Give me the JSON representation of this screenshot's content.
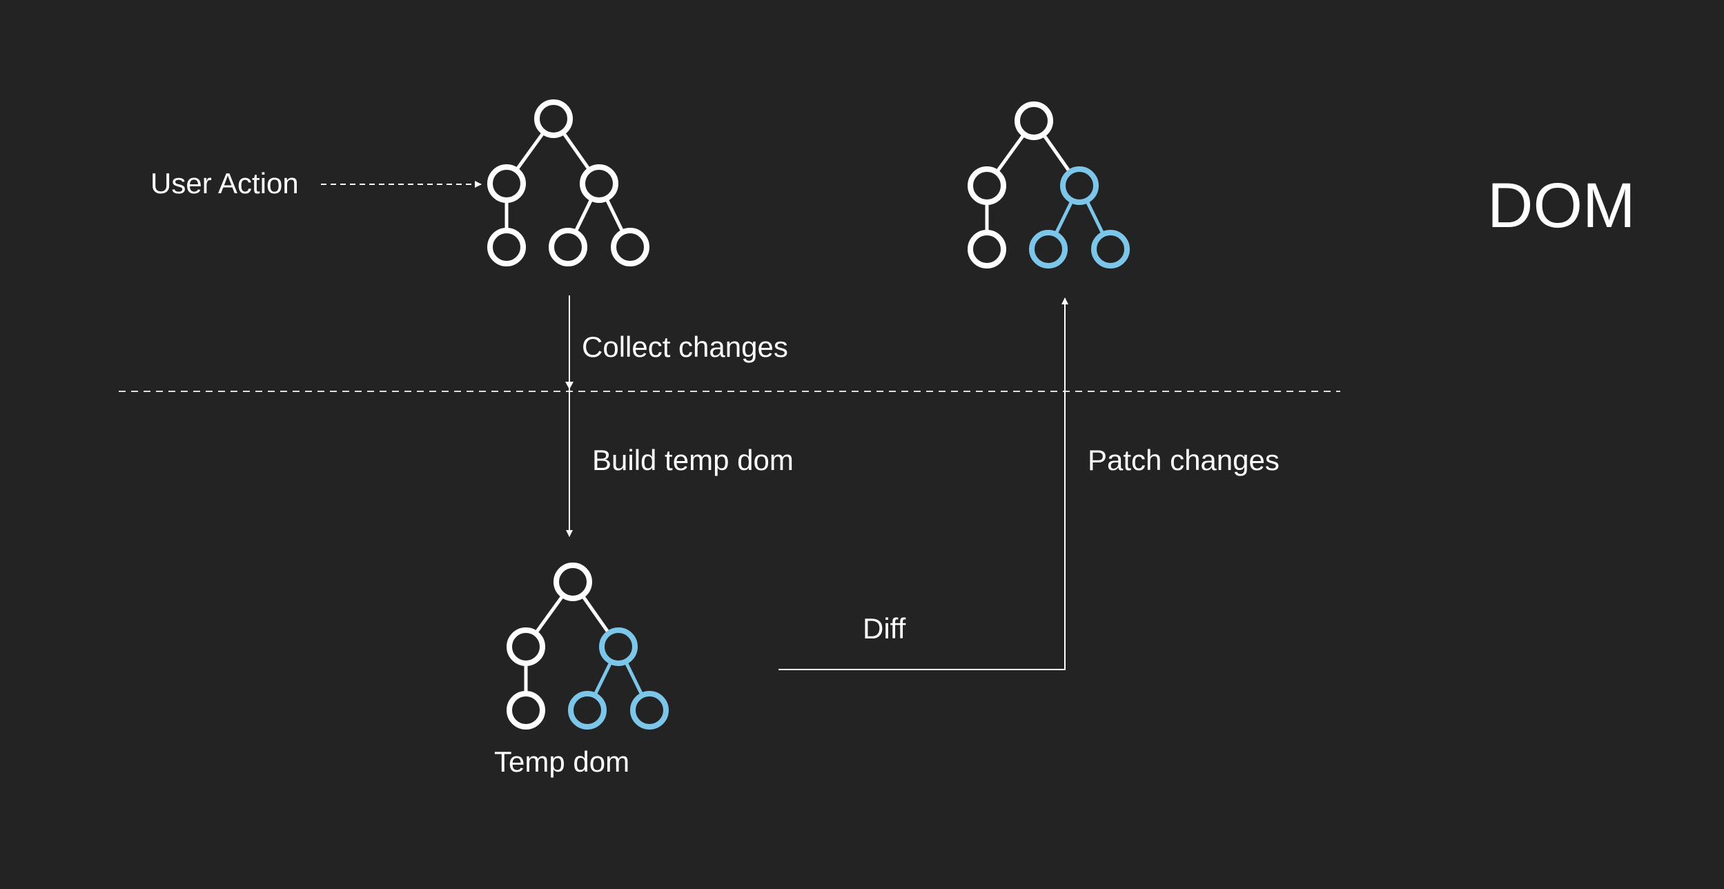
{
  "labels": {
    "user_action": "User Action",
    "collect_changes": "Collect changes",
    "build_temp_dom": "Build temp dom",
    "patch_changes": "Patch changes",
    "diff": "Diff",
    "temp_dom": "Temp dom",
    "dom": "DOM"
  },
  "colors": {
    "background": "#232323",
    "node_default": "#ffffff",
    "node_changed": "#7cc6ea",
    "line": "#ffffff"
  },
  "trees": {
    "original": {
      "changed_nodes": []
    },
    "patched": {
      "changed_nodes": [
        "root.right",
        "root.right.left",
        "root.right.right"
      ]
    },
    "temp": {
      "changed_nodes": [
        "root.right",
        "root.right.left",
        "root.right.right"
      ]
    }
  }
}
